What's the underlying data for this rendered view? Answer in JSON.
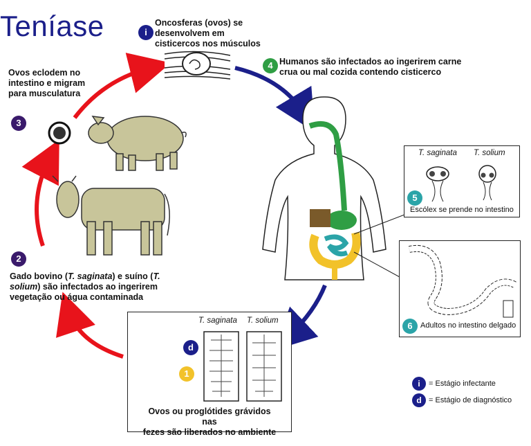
{
  "title": "Teníase",
  "stage_top": {
    "label": "Oncosferas (ovos) se desenvolvem em cisticercos nos músculos",
    "line1": "Oncosferas (ovos) se",
    "line2": "desenvolvem em",
    "line3": "cisticercos nos músculos",
    "icon": "i"
  },
  "stage3": {
    "num": "3",
    "line1": "Ovos eclodem no",
    "line2": "intestino e migram",
    "line3": "para musculatura"
  },
  "stage4": {
    "num": "4",
    "line1": "Humanos são infectados ao ingerirem carne",
    "line2": "crua ou mal cozida contendo cisticerco"
  },
  "stage2": {
    "num": "2",
    "line1a": "Gado bovino (",
    "line1b": "T. saginata",
    "line1c": ") e suíno (",
    "line1d": "T.",
    "line2a": "solium",
    "line2b": ") são infectados ao ingerirem",
    "line3": "vegetação ou água contaminada"
  },
  "stage5": {
    "num": "5",
    "sp1": "T. saginata",
    "sp2": "T. solium",
    "caption": "Escólex se prende no intestino"
  },
  "stage6": {
    "num": "6",
    "caption": "Adultos no intestino delgado"
  },
  "stage1": {
    "num": "1",
    "icon": "d",
    "sp1": "T. saginata",
    "sp2": "T. solium",
    "line1": "Ovos ou proglótides grávidos nas",
    "line2": "fezes são liberados no ambiente"
  },
  "legend": {
    "infective_icon": "i",
    "infective": "= Estágio infectante",
    "diagnostic_icon": "d",
    "diagnostic": "= Estágio de diagnóstico"
  },
  "colors": {
    "red": "#e8131b",
    "blue": "#1b1f8a",
    "purple": "#3a1a6b",
    "green": "#2f9e44",
    "teal": "#2ba4a8",
    "yellow": "#f2c22a",
    "animal": "#c8c59a"
  }
}
